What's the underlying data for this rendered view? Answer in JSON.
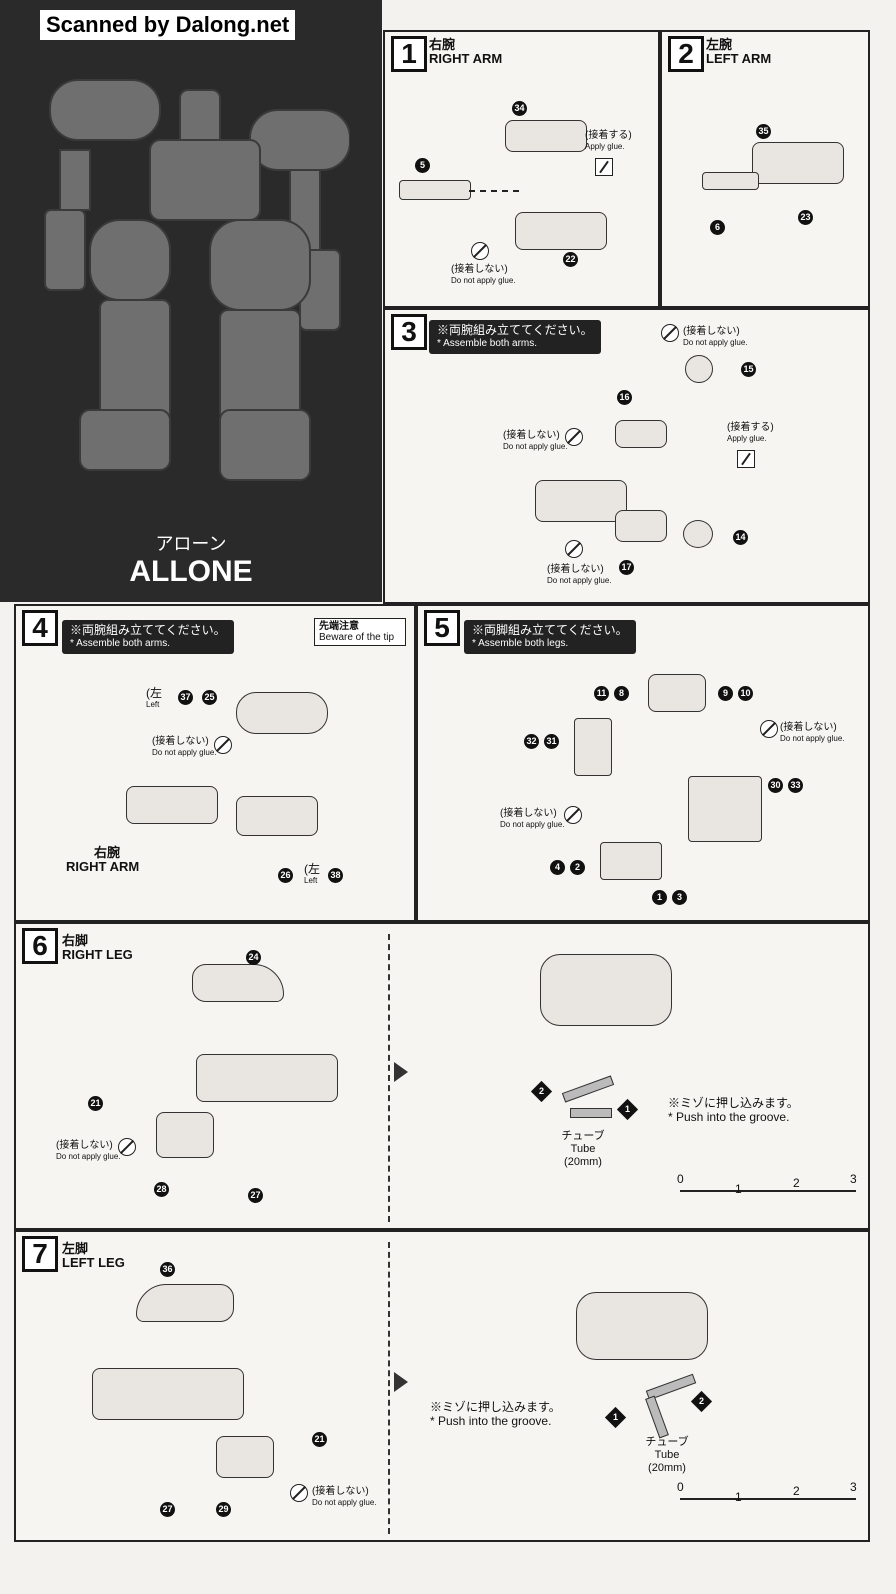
{
  "header": {
    "watermark": "Scanned by Dalong.net",
    "name_jp": "アローン",
    "name_en": "ALLONE"
  },
  "steps": [
    {
      "num": "1",
      "title_jp": "右腕",
      "title_en": "RIGHT ARM"
    },
    {
      "num": "2",
      "title_jp": "左腕",
      "title_en": "LEFT ARM"
    },
    {
      "num": "3",
      "note_jp": "※両腕組み立ててください。",
      "note_en": "* Assemble both arms."
    },
    {
      "num": "4",
      "note_jp": "※両腕組み立ててください。",
      "note_en": "* Assemble both arms.",
      "caution_jp": "先端注意",
      "caution_en": "Beware of the tip",
      "sub_jp": "右腕",
      "sub_en": "RIGHT ARM"
    },
    {
      "num": "5",
      "note_jp": "※両脚組み立ててください。",
      "note_en": "* Assemble both legs."
    },
    {
      "num": "6",
      "title_jp": "右脚",
      "title_en": "RIGHT LEG"
    },
    {
      "num": "7",
      "title_jp": "左脚",
      "title_en": "LEFT LEG"
    }
  ],
  "labels": {
    "apply_glue_jp": "(接着する)",
    "apply_glue_en": "Apply glue.",
    "no_glue_jp": "(接着しない)",
    "no_glue_en": "Do not apply glue.",
    "groove_jp": "※ミゾに押し込みます。",
    "groove_en": "* Push into the groove.",
    "tube_jp": "チューブ",
    "tube_en": "Tube",
    "tube_len": "(20mm)",
    "left": "左",
    "left_en": "Left"
  },
  "ruler": {
    "ticks": [
      "0",
      "1",
      "2",
      "3"
    ]
  },
  "parts": {
    "s1": [
      "34",
      "5",
      "22"
    ],
    "s2": [
      "35",
      "6",
      "23"
    ],
    "s3": [
      "15",
      "16",
      "14",
      "17"
    ],
    "s4": [
      "37",
      "25",
      "26",
      "38"
    ],
    "s5": [
      "11",
      "8",
      "9",
      "10",
      "32",
      "31",
      "30",
      "33",
      "4",
      "2",
      "1",
      "3"
    ],
    "s6": [
      "24",
      "21",
      "28",
      "27",
      "1",
      "2"
    ],
    "s7": [
      "36",
      "21",
      "27",
      "29",
      "1",
      "2"
    ]
  }
}
